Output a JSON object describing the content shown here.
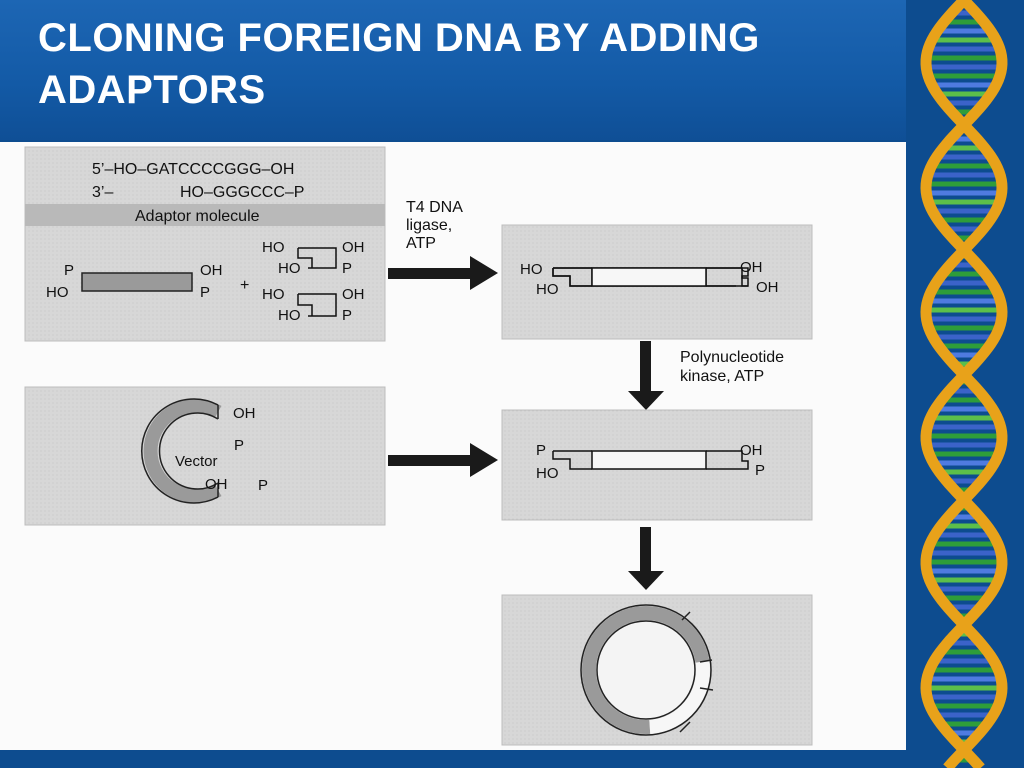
{
  "slide": {
    "title": "CLONING FOREIGN DNA BY ADDING ADAPTORS"
  },
  "diagram": {
    "adaptor_seq_top": "5’–HO–GATCCCCGGG–OH",
    "adaptor_seq_bottom_prefix": "3’–",
    "adaptor_seq_bottom": "HO–GGGCCC–P",
    "adaptor_caption": "Adaptor molecule",
    "plus": "+",
    "step1_label_line1": "T4 DNA",
    "step1_label_line2": "ligase,",
    "step1_label_line3": "ATP",
    "step2_label_line1": "Polynucleotide",
    "step2_label_line2": "kinase, ATP",
    "vector_label": "Vector",
    "end_labels": {
      "P": "P",
      "OH": "OH",
      "HO": "HO"
    }
  },
  "colors": {
    "header_blue": "#135aa6",
    "panel_gray": "#d6d6d6",
    "dna_gray": "#9a9a9a",
    "arrow": "#1a1a1a"
  }
}
